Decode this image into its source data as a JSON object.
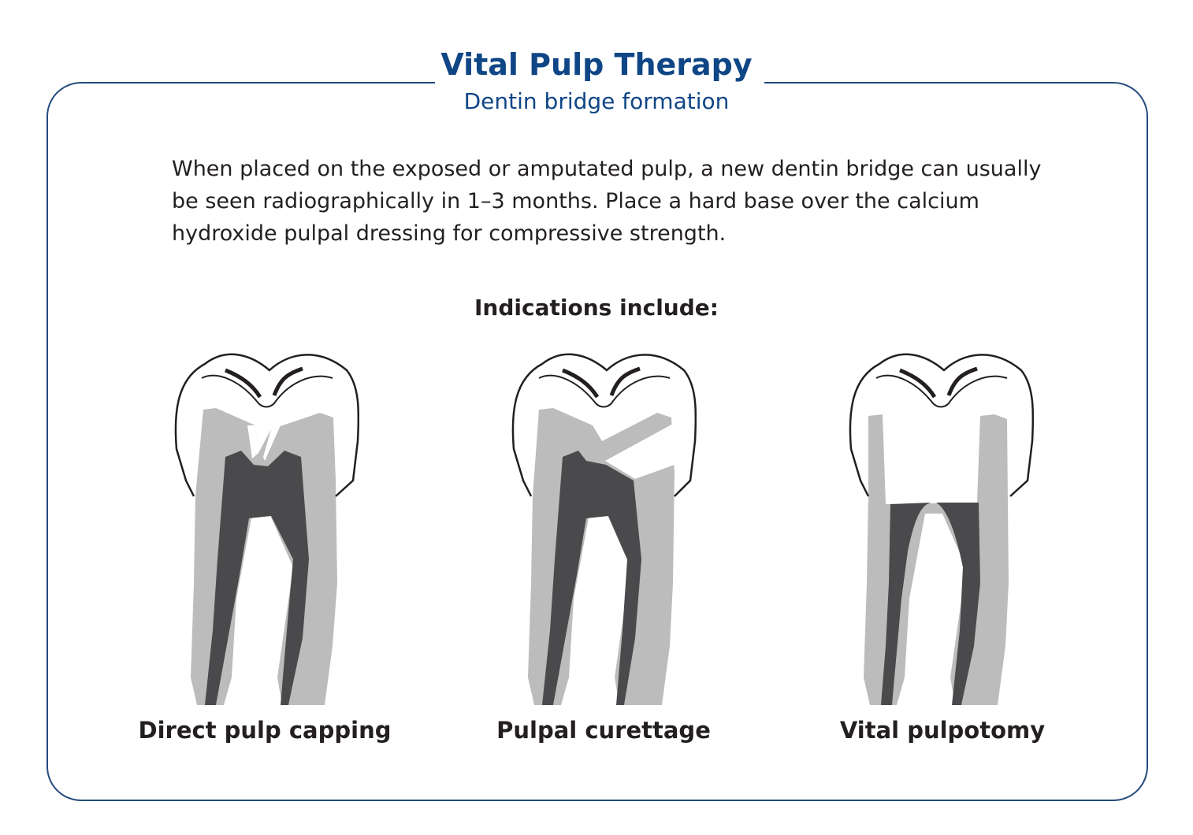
{
  "header": {
    "title": "Vital Pulp Therapy",
    "subtitle": "Dentin bridge formation"
  },
  "intro": {
    "text": "When placed on the exposed or amputated pulp, a new dentin bridge can usually be seen radiographically in 1–3 months. Place a hard base over the calcium hydroxide pulpal dressing for compressive strength."
  },
  "indications": {
    "heading": "Indications include:",
    "items": [
      {
        "label": "Direct pulp capping"
      },
      {
        "label": "Pulpal curettage"
      },
      {
        "label": "Vital pulpotomy"
      }
    ]
  },
  "colors": {
    "brand_blue": "#0f4686",
    "frame_blue": "#244a7d",
    "dentin_gray": "#bcbcbc",
    "pulp_dark": "#4a4a4c",
    "outline": "#231f20"
  }
}
